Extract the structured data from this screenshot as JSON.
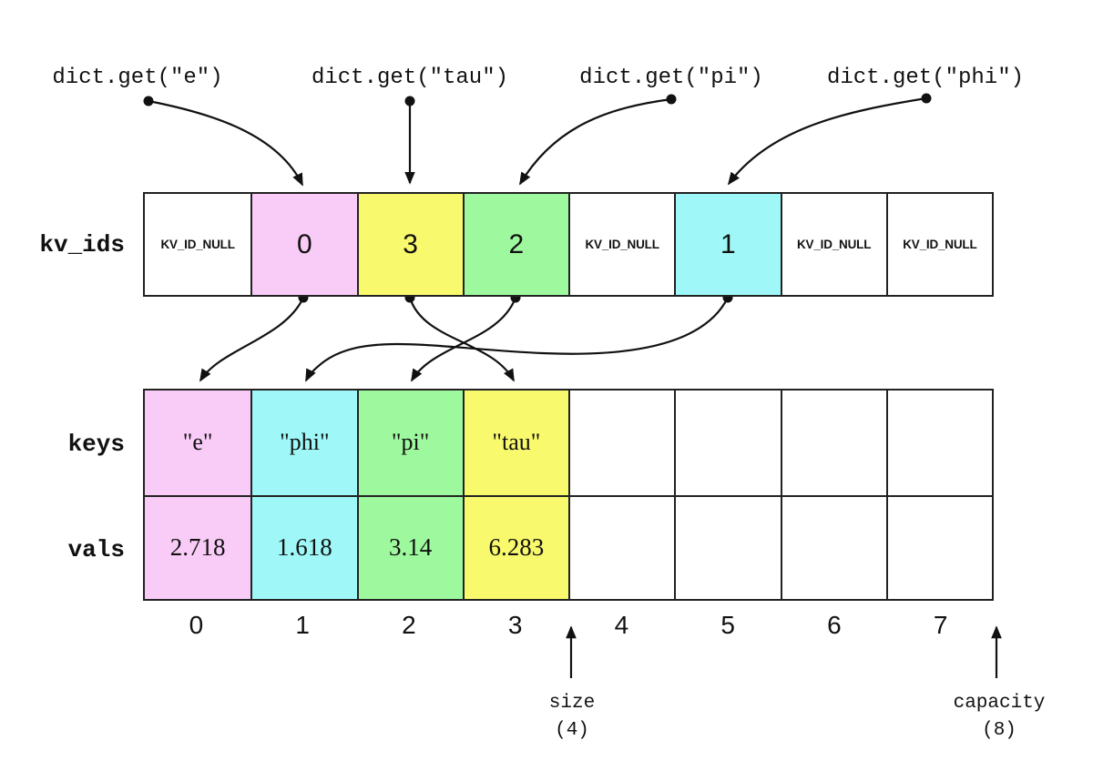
{
  "colors": {
    "white": "#ffffff",
    "pink": "#f9ccf8",
    "cyan": "#9ff7f7",
    "green": "#9df89e",
    "yellow": "#f9f96d"
  },
  "queries": [
    {
      "label": "dict.get(\"e\")"
    },
    {
      "label": "dict.get(\"tau\")"
    },
    {
      "label": "dict.get(\"pi\")"
    },
    {
      "label": "dict.get(\"phi\")"
    }
  ],
  "kv_ids": {
    "label": "kv_ids",
    "cells": [
      {
        "text": "KV_ID_NULL",
        "color": "white"
      },
      {
        "text": "0",
        "color": "pink"
      },
      {
        "text": "3",
        "color": "yellow"
      },
      {
        "text": "2",
        "color": "green"
      },
      {
        "text": "KV_ID_NULL",
        "color": "white"
      },
      {
        "text": "1",
        "color": "cyan"
      },
      {
        "text": "KV_ID_NULL",
        "color": "white"
      },
      {
        "text": "KV_ID_NULL",
        "color": "white"
      }
    ]
  },
  "keys": {
    "label": "keys",
    "cells": [
      {
        "text": "\"e\"",
        "color": "pink"
      },
      {
        "text": "\"phi\"",
        "color": "cyan"
      },
      {
        "text": "\"pi\"",
        "color": "green"
      },
      {
        "text": "\"tau\"",
        "color": "yellow"
      },
      {
        "text": "",
        "color": "white"
      },
      {
        "text": "",
        "color": "white"
      },
      {
        "text": "",
        "color": "white"
      },
      {
        "text": "",
        "color": "white"
      }
    ]
  },
  "vals": {
    "label": "vals",
    "cells": [
      {
        "text": "2.718",
        "color": "pink"
      },
      {
        "text": "1.618",
        "color": "cyan"
      },
      {
        "text": "3.14",
        "color": "green"
      },
      {
        "text": "6.283",
        "color": "yellow"
      },
      {
        "text": "",
        "color": "white"
      },
      {
        "text": "",
        "color": "white"
      },
      {
        "text": "",
        "color": "white"
      },
      {
        "text": "",
        "color": "white"
      }
    ]
  },
  "indexes": [
    "0",
    "1",
    "2",
    "3",
    "4",
    "5",
    "6",
    "7"
  ],
  "size": {
    "label": "size",
    "value": "(4)"
  },
  "capacity": {
    "label": "capacity",
    "value": "(8)"
  }
}
